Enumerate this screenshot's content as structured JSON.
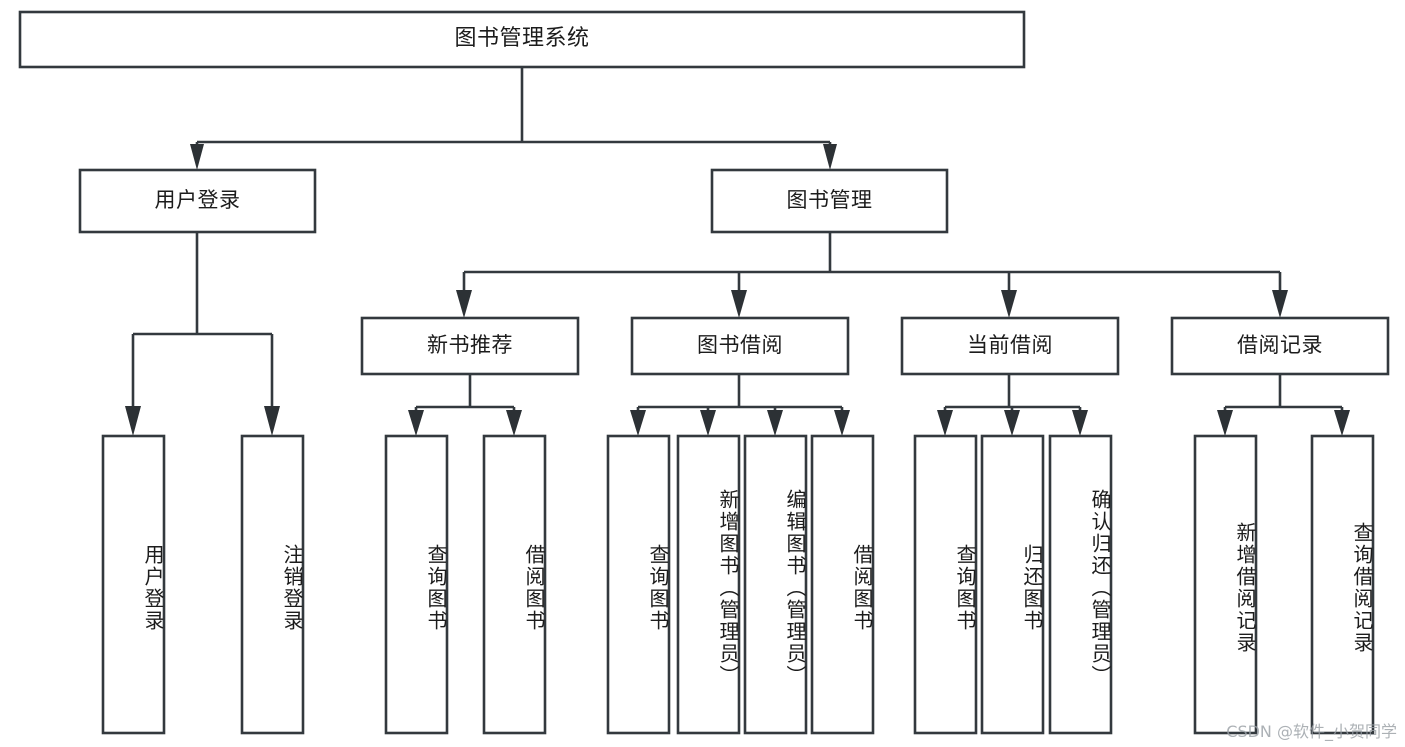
{
  "diagram": {
    "type": "tree-hierarchy",
    "title": "图书管理系统",
    "watermark": "CSDN @软件_小贺同学",
    "colors": {
      "stroke": "#33393e",
      "fill": "#ffffff",
      "text": "#1c1c1c",
      "watermark": "#9aa0a6"
    },
    "nodes": {
      "root": {
        "label": "图书管理系统",
        "level": 0
      },
      "level1": [
        {
          "id": "user-login",
          "label": "用户登录"
        },
        {
          "id": "book-management",
          "label": "图书管理"
        }
      ],
      "level2": [
        {
          "id": "new-book-recommend",
          "label": "新书推荐",
          "parent": "book-management"
        },
        {
          "id": "book-borrow",
          "label": "图书借阅",
          "parent": "book-management"
        },
        {
          "id": "current-borrow",
          "label": "当前借阅",
          "parent": "book-management"
        },
        {
          "id": "borrow-record",
          "label": "借阅记录",
          "parent": "book-management"
        }
      ],
      "leaves": {
        "user-login": [
          {
            "id": "leaf-user-login",
            "label": "用户登录"
          },
          {
            "id": "leaf-user-logout",
            "label": "注销登录"
          }
        ],
        "new-book-recommend": [
          {
            "id": "leaf-query-book-1",
            "label": "查询图书"
          },
          {
            "id": "leaf-borrow-book-1",
            "label": "借阅图书"
          }
        ],
        "book-borrow": [
          {
            "id": "leaf-query-book-2",
            "label": "查询图书"
          },
          {
            "id": "leaf-add-book",
            "label": "新增图书（管理员）"
          },
          {
            "id": "leaf-edit-book",
            "label": "编辑图书（管理员）"
          },
          {
            "id": "leaf-borrow-book-2",
            "label": "借阅图书"
          }
        ],
        "current-borrow": [
          {
            "id": "leaf-query-book-3",
            "label": "查询图书"
          },
          {
            "id": "leaf-return-book",
            "label": "归还图书"
          },
          {
            "id": "leaf-confirm-return",
            "label": "确认归还（管理员）"
          }
        ],
        "borrow-record": [
          {
            "id": "leaf-add-record",
            "label": "新增借阅记录"
          },
          {
            "id": "leaf-query-record",
            "label": "查询借阅记录"
          }
        ]
      }
    }
  }
}
